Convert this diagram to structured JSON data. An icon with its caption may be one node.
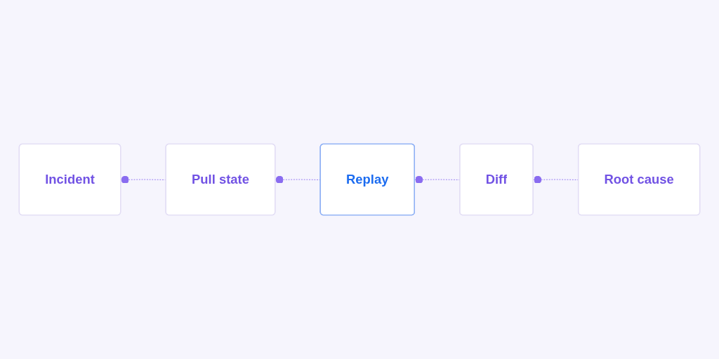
{
  "diagram": {
    "nodes": [
      {
        "text": [
          "Incident"
        ]
      },
      {
        "text": [
          "Pull state"
        ]
      },
      {
        "text": [
          "Replay"
        ]
      },
      {
        "text": [
          "Diff"
        ]
      },
      {
        "text": [
          "Root cause"
        ]
      }
    ],
    "edges": [
      {
        "from": 0,
        "to": 1,
        "arrow": "other",
        "style": "dashed"
      },
      {
        "from": 1,
        "to": 2,
        "arrow": "other",
        "style": "dashed"
      },
      {
        "from": 2,
        "to": 3,
        "arrow": "other",
        "style": "dashed"
      },
      {
        "from": 3,
        "to": 4,
        "arrow": "other",
        "style": "dashed"
      }
    ]
  }
}
